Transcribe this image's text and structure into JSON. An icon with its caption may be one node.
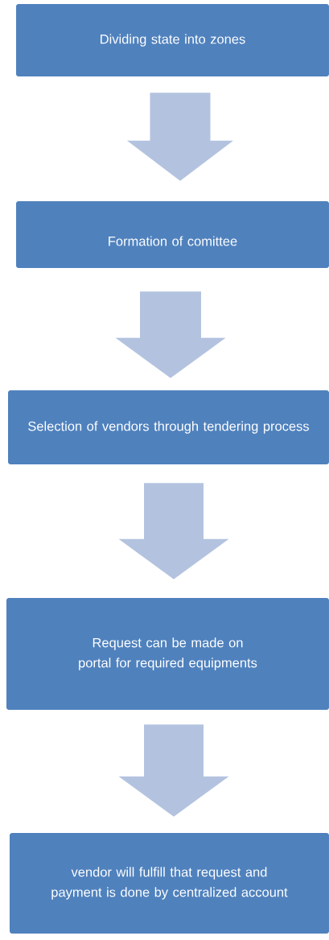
{
  "diagram": {
    "nodes": [
      {
        "text": [
          "Dividing state into zones"
        ]
      },
      {
        "text": [
          "Formation of comittee"
        ]
      },
      {
        "text": [
          "Selection of vendors through tendering process"
        ]
      },
      {
        "text": [
          "Request can be made on portal for required equipments"
        ]
      },
      {
        "text": [
          "vendor will fulfill that request and payment is done by centralized account"
        ]
      }
    ],
    "edges": [
      {
        "from": 0,
        "to": 1,
        "arrow": "to"
      },
      {
        "from": 1,
        "to": 2,
        "arrow": "to"
      },
      {
        "from": 2,
        "to": 3,
        "arrow": "to"
      },
      {
        "from": 3,
        "to": 4,
        "arrow": "to"
      }
    ]
  }
}
